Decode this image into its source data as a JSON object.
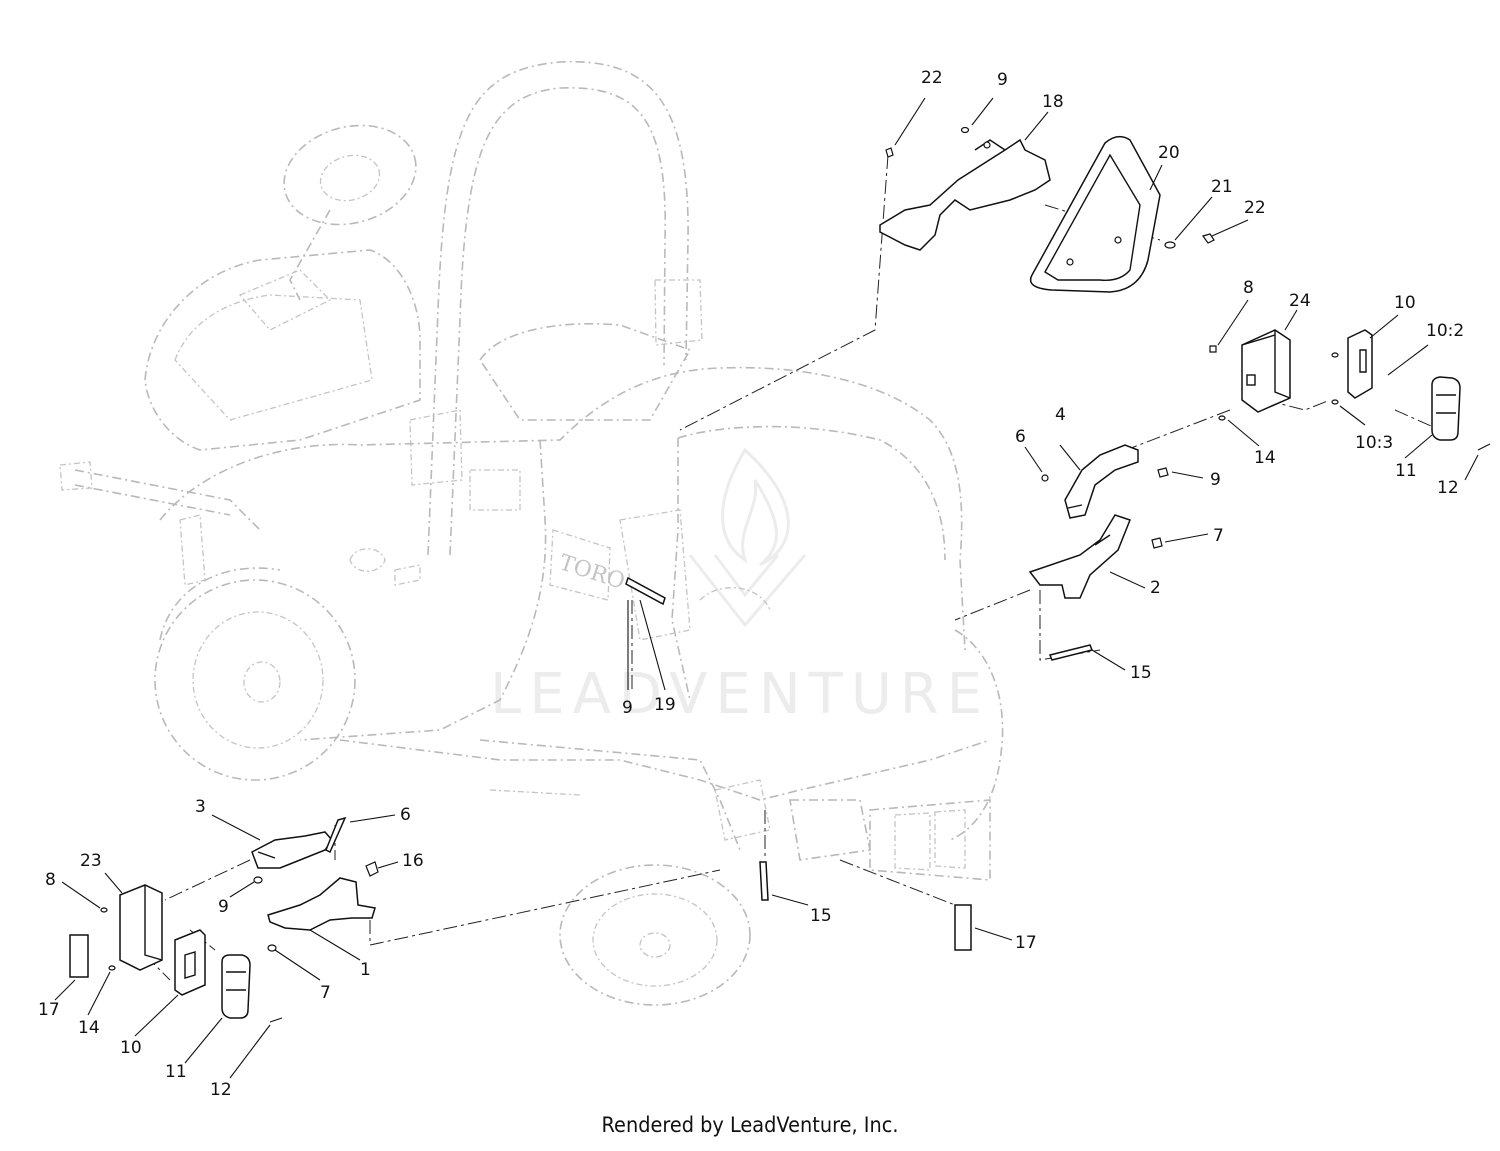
{
  "diagram": {
    "callouts": [
      {
        "id": "c-22a",
        "text": "22"
      },
      {
        "id": "c-9a",
        "text": "9"
      },
      {
        "id": "c-18",
        "text": "18"
      },
      {
        "id": "c-20",
        "text": "20"
      },
      {
        "id": "c-21",
        "text": "21"
      },
      {
        "id": "c-22b",
        "text": "22"
      },
      {
        "id": "c-8a",
        "text": "8"
      },
      {
        "id": "c-24",
        "text": "24"
      },
      {
        "id": "c-10a",
        "text": "10"
      },
      {
        "id": "c-10-2",
        "text": "10:2"
      },
      {
        "id": "c-6a",
        "text": "6"
      },
      {
        "id": "c-4",
        "text": "4"
      },
      {
        "id": "c-14a",
        "text": "14"
      },
      {
        "id": "c-10-3",
        "text": "10:3"
      },
      {
        "id": "c-9b",
        "text": "9"
      },
      {
        "id": "c-11a",
        "text": "11"
      },
      {
        "id": "c-12a",
        "text": "12"
      },
      {
        "id": "c-7a",
        "text": "7"
      },
      {
        "id": "c-2",
        "text": "2"
      },
      {
        "id": "c-15a",
        "text": "15"
      },
      {
        "id": "c-9c",
        "text": "9"
      },
      {
        "id": "c-19",
        "text": "19"
      },
      {
        "id": "c-3",
        "text": "3"
      },
      {
        "id": "c-6b",
        "text": "6"
      },
      {
        "id": "c-23",
        "text": "23"
      },
      {
        "id": "c-16",
        "text": "16"
      },
      {
        "id": "c-8b",
        "text": "8"
      },
      {
        "id": "c-9d",
        "text": "9"
      },
      {
        "id": "c-15b",
        "text": "15"
      },
      {
        "id": "c-17a",
        "text": "17"
      },
      {
        "id": "c-1",
        "text": "1"
      },
      {
        "id": "c-17b",
        "text": "17"
      },
      {
        "id": "c-14b",
        "text": "14"
      },
      {
        "id": "c-7b",
        "text": "7"
      },
      {
        "id": "c-10b",
        "text": "10"
      },
      {
        "id": "c-11b",
        "text": "11"
      },
      {
        "id": "c-12b",
        "text": "12"
      }
    ],
    "watermark": "LEADVENTURE",
    "machine_logo": "TORO"
  },
  "footer": {
    "credit": "Rendered by LeadVenture, Inc."
  }
}
